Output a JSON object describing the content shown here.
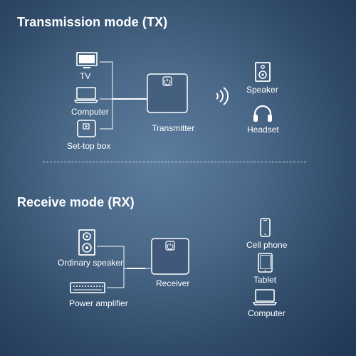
{
  "tx": {
    "title": "Transmission mode (TX)",
    "sources": [
      {
        "icon": "tv-icon",
        "label": "TV"
      },
      {
        "icon": "laptop-icon",
        "label": "Computer"
      },
      {
        "icon": "set-top-box-icon",
        "label": "Set-top box"
      }
    ],
    "device": {
      "icon": "transmitter-box-icon",
      "label": "Transmitter"
    },
    "signal_icon": "wireless-signal-icon",
    "outputs": [
      {
        "icon": "speaker-icon",
        "label": "Speaker"
      },
      {
        "icon": "headset-icon",
        "label": "Headset"
      }
    ]
  },
  "rx": {
    "title": "Receive mode (RX)",
    "outputs": [
      {
        "icon": "speaker-icon",
        "label": "Ordinary speaker"
      },
      {
        "icon": "amplifier-icon",
        "label": "Power amplifier"
      }
    ],
    "device": {
      "icon": "receiver-box-icon",
      "label": "Receiver"
    },
    "sources": [
      {
        "icon": "phone-icon",
        "label": "Cell phone"
      },
      {
        "icon": "tablet-icon",
        "label": "Tablet"
      },
      {
        "icon": "laptop-icon",
        "label": "Computer"
      }
    ]
  }
}
